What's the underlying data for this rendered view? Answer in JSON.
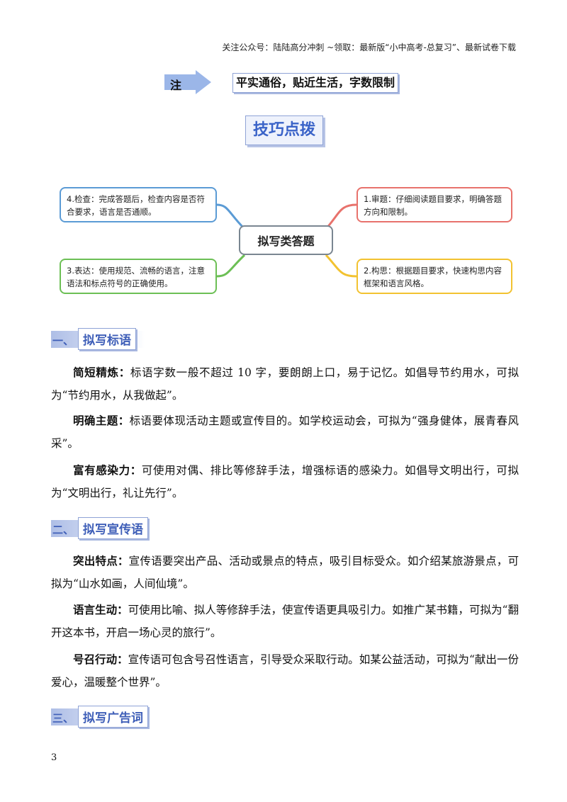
{
  "header": {
    "text": "关注公众号：陆陆高分冲刺 ~领取：最新版“小中高考-总复习”、最新试卷下载"
  },
  "notice": {
    "label": "注",
    "text": "平实通俗，贴近生活，字数限制"
  },
  "tips_title": "技巧点拨",
  "mindmap": {
    "center": "拟写类答题",
    "nodes": [
      {
        "id": "step1",
        "text": "1.审题：仔细阅读题目要求，明确答题方向和限制。",
        "color": "#e8726c"
      },
      {
        "id": "step2",
        "text": "2.构思：根据题目要求，快速构思内容框架和语言风格。",
        "color": "#f2c230"
      },
      {
        "id": "step3",
        "text": "3.表达：使用规范、流畅的语言，注意语法和标点符号的正确使用。",
        "color": "#6cbf55"
      },
      {
        "id": "step4",
        "text": "4.检查：完成答题后，检查内容是否符合要求，语言是否通顺。",
        "color": "#5b9bd5"
      }
    ]
  },
  "sections": [
    {
      "num": "一、",
      "title": "拟写标语",
      "items": [
        {
          "label": "简短精炼：",
          "text": "标语字数一般不超过 10 字，要朗朗上口，易于记忆。如倡导节约用水，可拟为“节约用水，从我做起”。"
        },
        {
          "label": "明确主题：",
          "text": "标语要体现活动主题或宣传目的。如学校运动会，可拟为“强身健体，展青春风采”。"
        },
        {
          "label": "富有感染力：",
          "text": "可使用对偶、排比等修辞手法，增强标语的感染力。如倡导文明出行，可拟为“文明出行，礼让先行”。"
        }
      ]
    },
    {
      "num": "二、",
      "title": "拟写宣传语",
      "items": [
        {
          "label": "突出特点：",
          "text": "宣传语要突出产品、活动或景点的特点，吸引目标受众。如介绍某旅游景点，可拟为“山水如画，人间仙境”。"
        },
        {
          "label": "语言生动：",
          "text": "可使用比喻、拟人等修辞手法，使宣传语更具吸引力。如推广某书籍，可拟为“翻开这本书，开启一场心灵的旅行”。"
        },
        {
          "label": "号召行动：",
          "text": "宣传语可包含号召性语言，引导受众采取行动。如某公益活动，可拟为“献出一份爱心，温暖整个世界”。"
        }
      ]
    },
    {
      "num": "三、",
      "title": "拟写广告词",
      "items": []
    }
  ],
  "page_number": "3"
}
